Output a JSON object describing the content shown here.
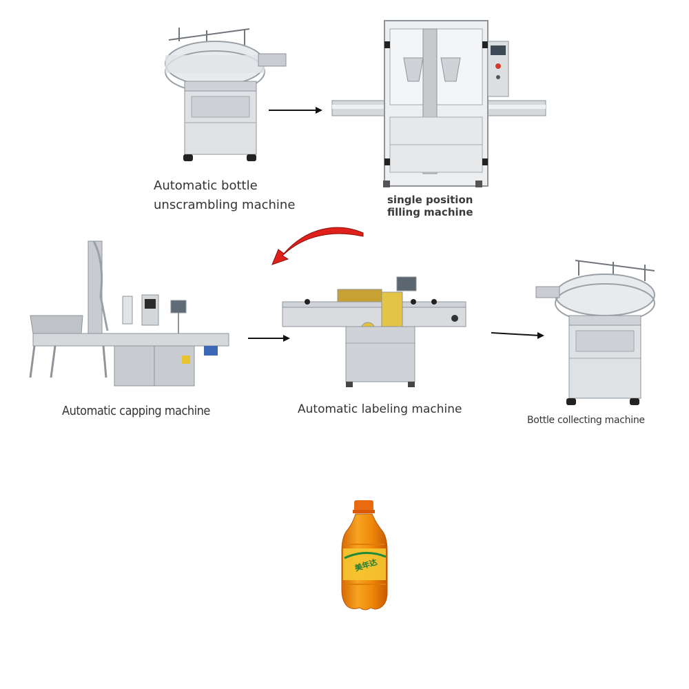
{
  "steps": [
    {
      "id": "unscrambler",
      "label_lines": [
        "Automatic bottle",
        "unscrambling machine"
      ]
    },
    {
      "id": "filler",
      "label_lines": [
        "single position",
        "filling machine"
      ]
    },
    {
      "id": "capper",
      "label": "Automatic capping machine"
    },
    {
      "id": "labeler",
      "label": "Automatic labeling machine"
    },
    {
      "id": "collector",
      "label": "Bottle collecting machine"
    }
  ],
  "product": {
    "bottle_label_text": "美年达"
  },
  "colors": {
    "steel": "#d9dcdf",
    "steel_dark": "#8e9499",
    "arrow_black": "#111111",
    "arrow_red": "#e0201b",
    "bottle_orange": "#f08a0a",
    "cap_orange": "#ea6a10",
    "label_yellow": "#f5c631"
  }
}
